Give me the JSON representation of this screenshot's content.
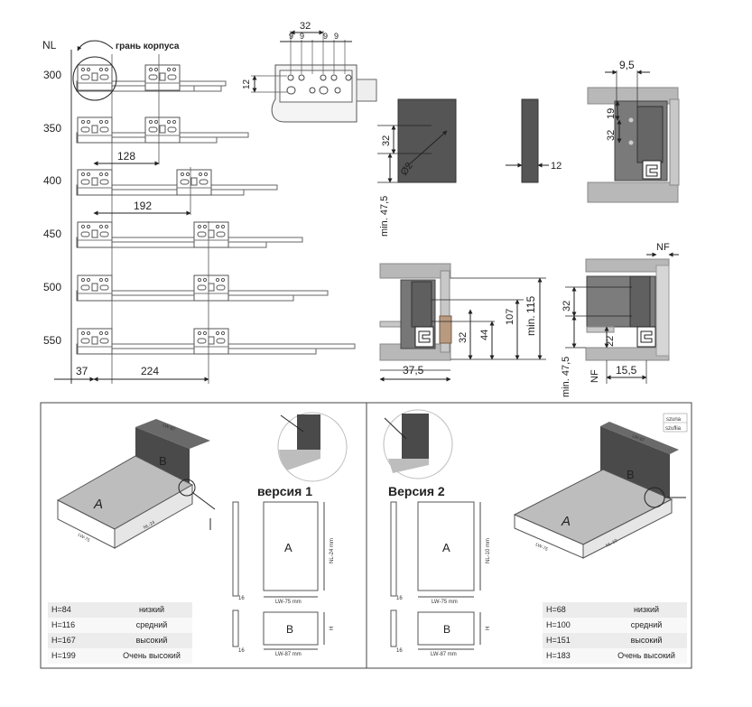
{
  "top": {
    "nl_header": "NL",
    "edge_label": "грань корпуса",
    "nl_values": [
      "300",
      "350",
      "400",
      "450",
      "500",
      "550"
    ],
    "dim_128": "128",
    "dim_192": "192",
    "dim_37": "37",
    "dim_224": "224",
    "hole_dims": [
      "32",
      "9",
      "9",
      "9",
      "9",
      "12"
    ],
    "front_dims": [
      "32",
      "Ø2",
      "min. 47,5",
      "12"
    ],
    "side_dims": [
      "9,5",
      "19",
      "32"
    ],
    "section_dims": [
      "115",
      "min.",
      "107",
      "44",
      "32",
      "37,5"
    ],
    "right_section_dims": [
      "NF",
      "32",
      "22",
      "min. 47,5",
      "NF",
      "15,5"
    ]
  },
  "bottom": {
    "left": {
      "version_label": "версия 1",
      "panel_a": "A",
      "panel_b": "B",
      "iso_dims": [
        "LW-87",
        "LW-75",
        "NL-24",
        "16"
      ],
      "flat_dims": [
        "LW-75 mm",
        "NL-24 mm",
        "16",
        "LW-87 mm",
        "H",
        "16"
      ],
      "table": [
        {
          "h": "H=84",
          "name": "низкий"
        },
        {
          "h": "H=116",
          "name": "средний"
        },
        {
          "h": "H=167",
          "name": "высокий"
        },
        {
          "h": "H=199",
          "name": "Очень высокий"
        }
      ]
    },
    "right": {
      "version_label": "Версия 2",
      "panel_a": "A",
      "panel_b": "B",
      "legend": [
        "szuna",
        "szuflia"
      ],
      "iso_dims": [
        "LW-87",
        "LW-75",
        "NL-10"
      ],
      "flat_dims": [
        "LW-75 mm",
        "NL-10 mm",
        "16",
        "LW-87 mm",
        "H",
        "16"
      ],
      "table": [
        {
          "h": "H=68",
          "name": "низкий"
        },
        {
          "h": "H=100",
          "name": "средний"
        },
        {
          "h": "H=151",
          "name": "высокий"
        },
        {
          "h": "H=183",
          "name": "Очень высокий"
        }
      ]
    }
  }
}
